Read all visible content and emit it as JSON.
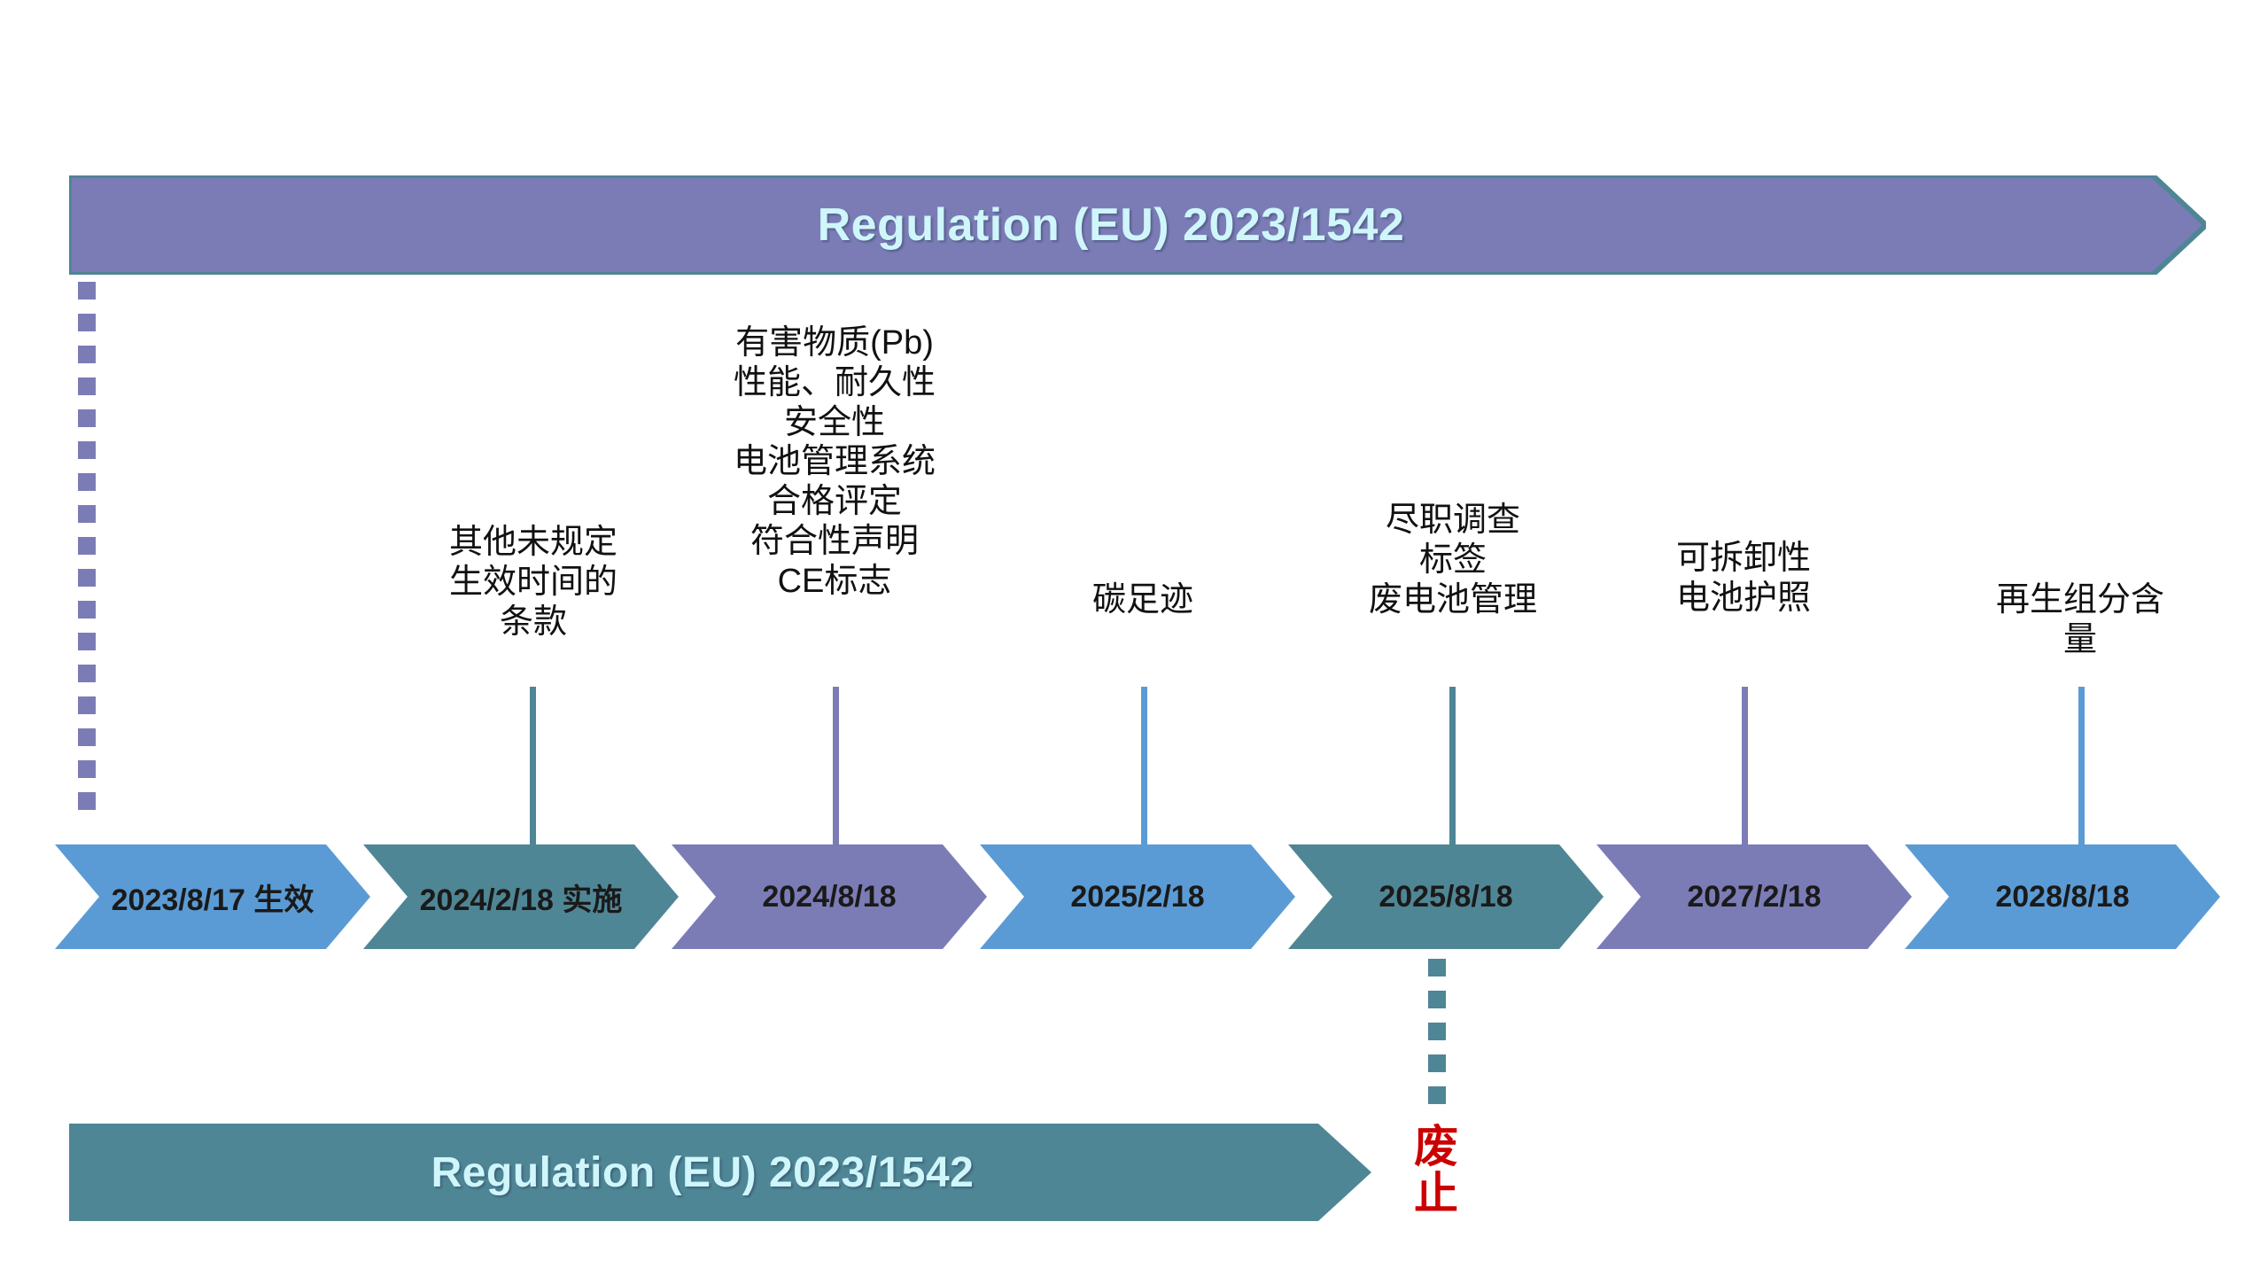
{
  "palette": {
    "purple": "#7B7CB6",
    "teal": "#4F8695",
    "blue": "#5B9BD5",
    "banner_text": "#CFF6FA",
    "banner_border": "#4F8695",
    "repeal_red": "#CC0000",
    "label_text": "#111111",
    "background": "#FFFFFF"
  },
  "top_banner": {
    "title": "Regulation (EU) 2023/1542",
    "fill": "#7B7CB6",
    "text_color": "#CFF6FA"
  },
  "bottom_banner": {
    "title": "Regulation (EU) 2023/1542",
    "fill": "#4F8695",
    "text_color": "#CFF6FA"
  },
  "repeal_note": {
    "char1": "废",
    "char2": "止",
    "color": "#CC0000"
  },
  "dotted_lines": [
    {
      "name": "start-dotted-line",
      "color": "#7B7CB6"
    },
    {
      "name": "repeal-dotted-line",
      "color": "#4F8695"
    }
  ],
  "milestones": [
    {
      "date": "2023/8/17 生效",
      "fill": "#5B9BD5",
      "label": "",
      "stem": false,
      "stem_color": "#5B9BD5"
    },
    {
      "date": "2024/2/18 实施",
      "fill": "#4F8695",
      "label": "其他未规定\n生效时间的\n条款",
      "stem": true,
      "stem_color": "#4F8695"
    },
    {
      "date": "2024/8/18",
      "fill": "#7B7CB6",
      "label": "有害物质(Pb)\n性能、耐久性\n安全性\n电池管理系统\n合格评定\n符合性声明\nCE标志",
      "stem": true,
      "stem_color": "#7B7CB6"
    },
    {
      "date": "2025/2/18",
      "fill": "#5B9BD5",
      "label": "碳足迹",
      "stem": true,
      "stem_color": "#5B9BD5"
    },
    {
      "date": "2025/8/18",
      "fill": "#4F8695",
      "label": "尽职调查\n标签\n废电池管理",
      "stem": true,
      "stem_color": "#4F8695"
    },
    {
      "date": "2027/2/18",
      "fill": "#7B7CB6",
      "label": "可拆卸性\n电池护照",
      "stem": true,
      "stem_color": "#7B7CB6"
    },
    {
      "date": "2028/8/18",
      "fill": "#5B9BD5",
      "label": "再生组分含量",
      "stem": true,
      "stem_color": "#5B9BD5"
    }
  ]
}
